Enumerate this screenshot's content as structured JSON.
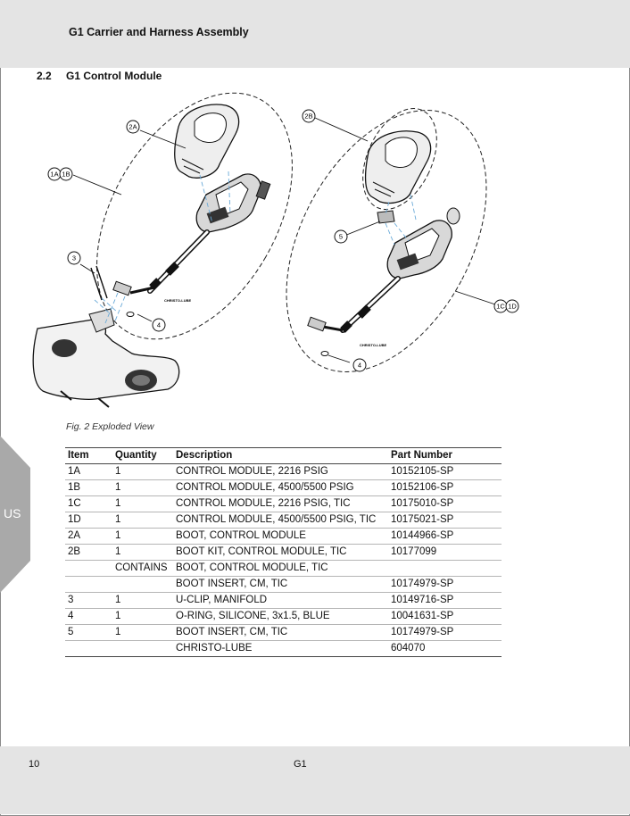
{
  "header": {
    "title": "G1 Carrier and Harness Assembly"
  },
  "section": {
    "number": "2.2",
    "title": "G1 Control Module"
  },
  "figure": {
    "callouts": {
      "c2a": "2A",
      "c2b": "2B",
      "c1a": "1A",
      "c1b": "1B",
      "c1c": "1C",
      "c1d": "1D",
      "c3": "3",
      "c4_left": "4",
      "c4_right": "4",
      "c5": "5"
    },
    "lube_label_left": "CHRISTO-LUBE",
    "lube_label_right": "CHRISTO-LUBE",
    "caption": "Fig. 2 Exploded View"
  },
  "side_tab": {
    "label": "US",
    "color": "#a9a9a9"
  },
  "table": {
    "headers": {
      "item": "Item",
      "quantity": "Quantity",
      "description": "Description",
      "part_number": "Part Number"
    },
    "rows": [
      {
        "item": "1A",
        "qty": "1",
        "desc": "CONTROL MODULE, 2216 PSIG",
        "part": "10152105-SP"
      },
      {
        "item": "1B",
        "qty": "1",
        "desc": "CONTROL MODULE, 4500/5500 PSIG",
        "part": "10152106-SP"
      },
      {
        "item": "1C",
        "qty": "1",
        "desc": "CONTROL MODULE, 2216 PSIG, TIC",
        "part": "10175010-SP"
      },
      {
        "item": "1D",
        "qty": "1",
        "desc": "CONTROL MODULE, 4500/5500 PSIG, TIC",
        "part": "10175021-SP"
      },
      {
        "item": "2A",
        "qty": "1",
        "desc": "BOOT, CONTROL MODULE",
        "part": "10144966-SP"
      },
      {
        "item": "2B",
        "qty": "1",
        "desc": "BOOT KIT, CONTROL MODULE, TIC",
        "part": "10177099"
      },
      {
        "item": "",
        "qty": "CONTAINS",
        "desc": "BOOT, CONTROL MODULE, TIC",
        "part": ""
      },
      {
        "item": "",
        "qty": "",
        "desc": "BOOT INSERT, CM, TIC",
        "part": "10174979-SP"
      },
      {
        "item": "3",
        "qty": "1",
        "desc": "U-CLIP, MANIFOLD",
        "part": "10149716-SP"
      },
      {
        "item": "4",
        "qty": "1",
        "desc": "O-RING, SILICONE, 3x1.5, BLUE",
        "part": "10041631-SP"
      },
      {
        "item": "5",
        "qty": "1",
        "desc": "BOOT INSERT, CM, TIC",
        "part": "10174979-SP"
      },
      {
        "item": "",
        "qty": "",
        "desc": "CHRISTO-LUBE",
        "part": "604070"
      }
    ]
  },
  "footer": {
    "page_number": "10",
    "doc_code": "G1"
  }
}
